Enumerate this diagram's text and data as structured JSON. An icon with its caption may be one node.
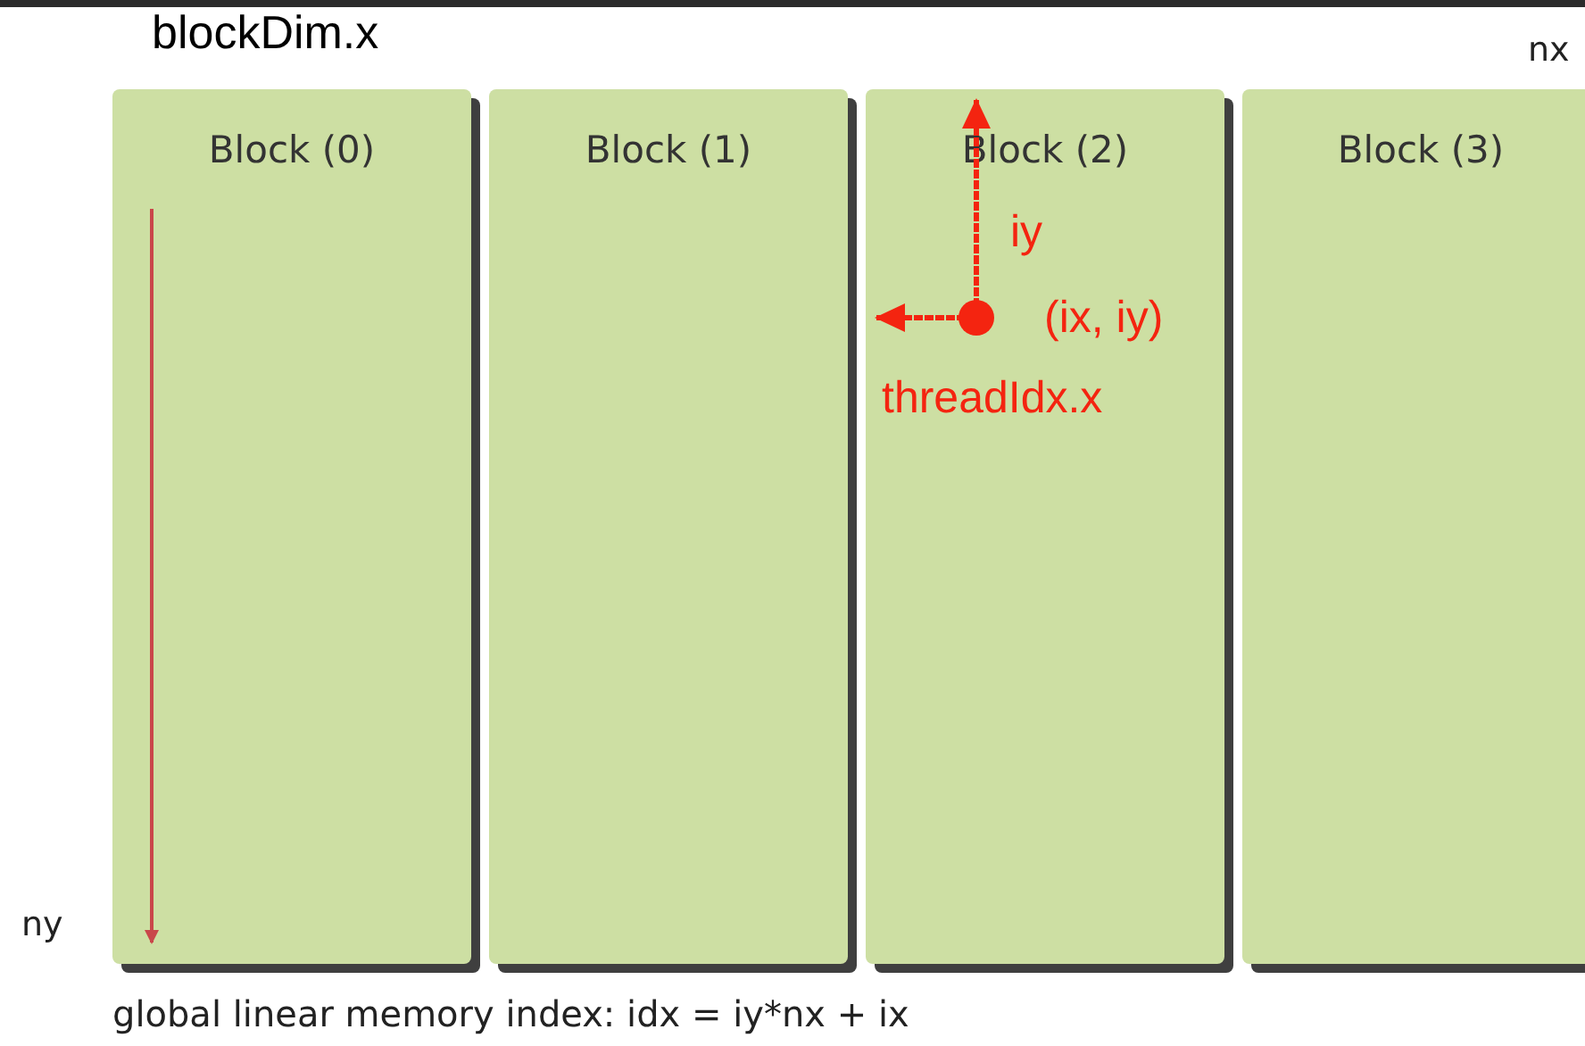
{
  "diagram": {
    "nodes": [
      {
        "text": [
          "Block (0)"
        ]
      },
      {
        "text": [
          "Block (1)"
        ]
      },
      {
        "text": [
          "Block (2)"
        ]
      },
      {
        "text": [
          "Block (3)"
        ]
      }
    ],
    "labels": [
      "blockDim.x",
      "nx",
      "iy",
      "(ix, iy)",
      "threadIdx.x",
      "ny",
      "global linear memory index: idx = iy*nx + ix"
    ]
  }
}
